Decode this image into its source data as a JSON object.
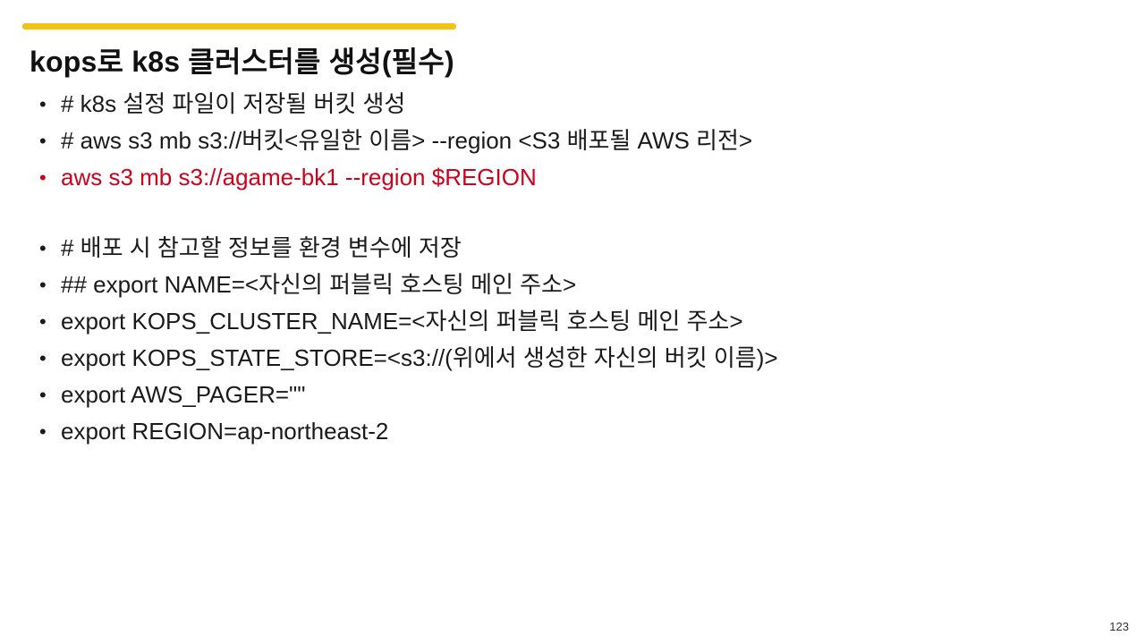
{
  "slide": {
    "title": "kops로 k8s 클러스터를 생성(필수)",
    "accent_color": "#f5c216",
    "highlight_color": "#d0021b",
    "bullet_glyph": "•",
    "bullets": [
      "# k8s 설정 파일이 저장될 버킷 생성",
      "# aws s3 mb s3://버킷<유일한 이름> --region <S3 배포될 AWS 리전>",
      "aws s3 mb s3://agame-bk1 --region $REGION",
      "# 배포 시 참고할 정보를 환경 변수에 저장",
      "## export NAME=<자신의 퍼블릭 호스팅 메인 주소>",
      "export KOPS_CLUSTER_NAME=<자신의 퍼블릭 호스팅 메인 주소>",
      "export KOPS_STATE_STORE=<s3://(위에서 생성한 자신의 버킷 이름)>",
      "export AWS_PAGER=\"\"",
      "export REGION=ap-northeast-2"
    ],
    "page_number": "123"
  }
}
